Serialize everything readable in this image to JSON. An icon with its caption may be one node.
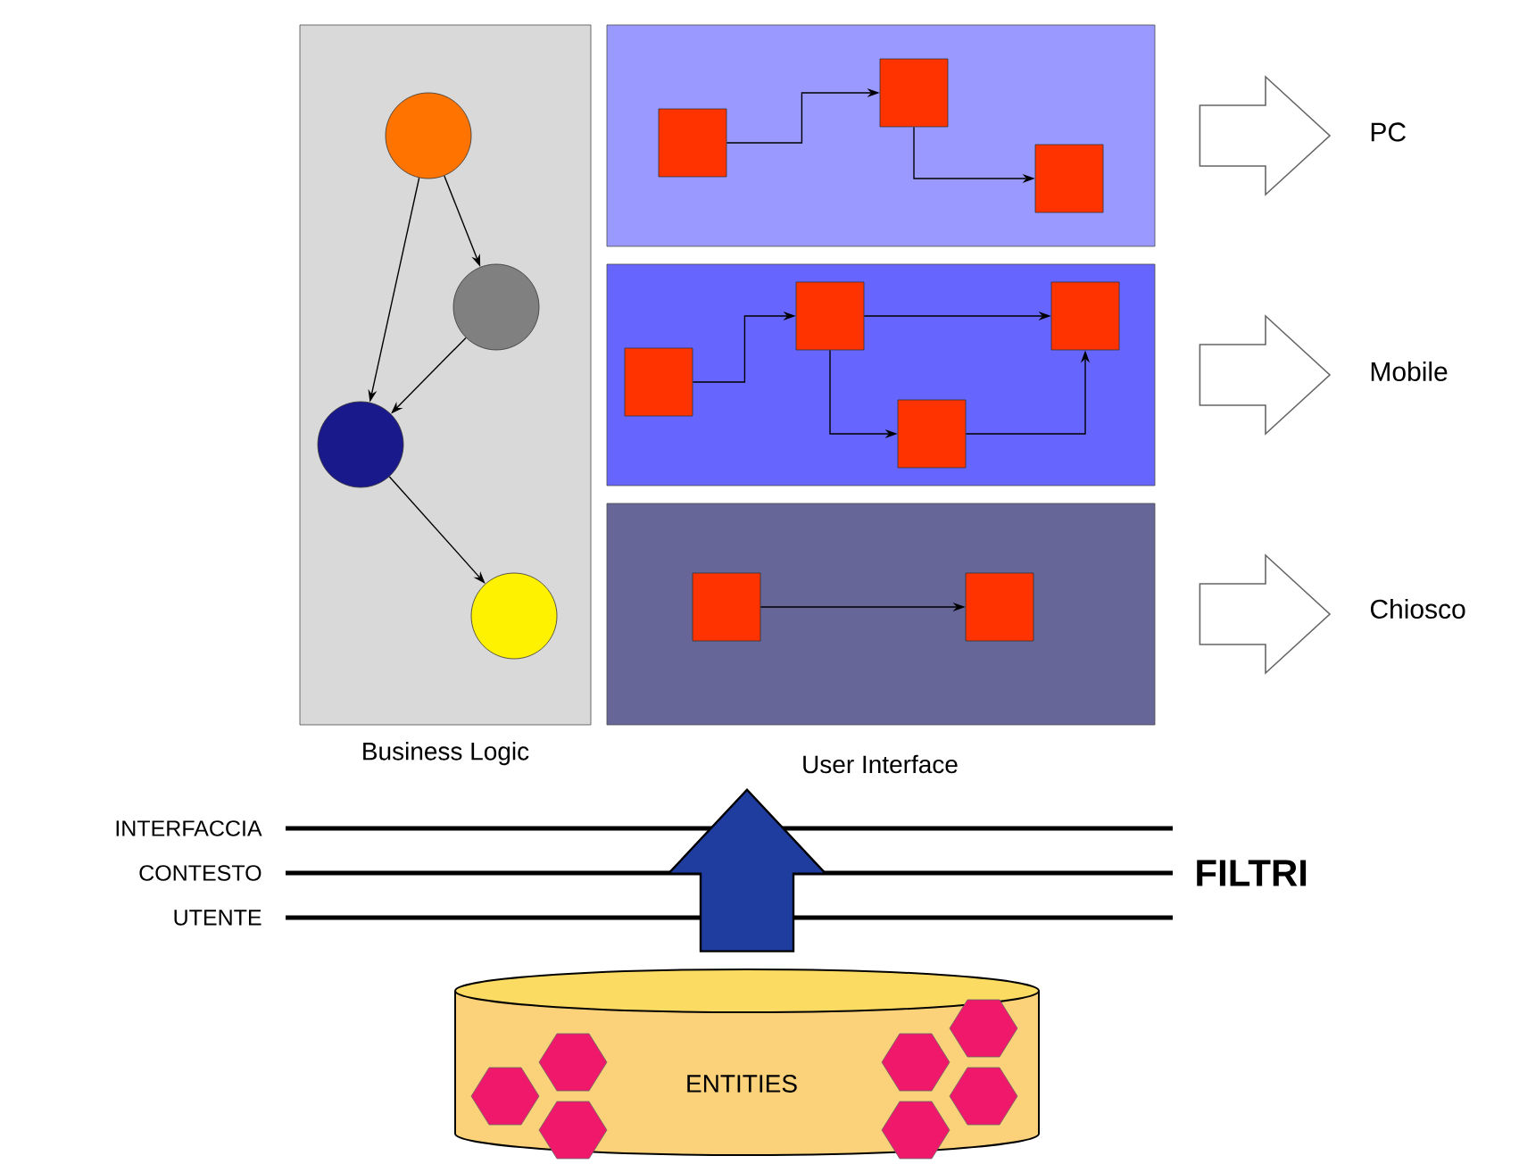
{
  "diagram": {
    "nodes": [
      {
        "text": [
          "Business Logic"
        ]
      },
      {
        "text": [],
        "shape": "circle",
        "in": 0
      },
      {
        "text": [],
        "shape": "circle",
        "in": 0
      },
      {
        "text": [],
        "shape": "circle",
        "in": 0
      },
      {
        "text": [],
        "shape": "circle",
        "in": 0
      },
      {
        "text": [],
        "shape": "box"
      },
      {
        "text": [],
        "shape": "box",
        "in": 5
      },
      {
        "text": [],
        "shape": "box",
        "in": 5
      },
      {
        "text": [],
        "shape": "box",
        "in": 5
      },
      {
        "text": [],
        "shape": "box"
      },
      {
        "text": [],
        "shape": "box",
        "in": 9
      },
      {
        "text": [],
        "shape": "box",
        "in": 9
      },
      {
        "text": [],
        "shape": "box",
        "in": 9
      },
      {
        "text": [],
        "shape": "box",
        "in": 9
      },
      {
        "text": [],
        "shape": "box"
      },
      {
        "text": [],
        "shape": "box",
        "in": 14
      },
      {
        "text": [],
        "shape": "box",
        "in": 14
      },
      {
        "text": [
          "PC"
        ]
      },
      {
        "text": [
          "Mobile"
        ]
      },
      {
        "text": [
          "Chiosco"
        ]
      },
      {
        "text": [
          "ENTITIES"
        ]
      },
      {
        "text": [
          "User Interface"
        ]
      }
    ],
    "edges": [
      {
        "from": 1,
        "to": 2,
        "arrow": "to"
      },
      {
        "from": 1,
        "to": 3,
        "arrow": "to"
      },
      {
        "from": 2,
        "to": 3,
        "arrow": "to"
      },
      {
        "from": 3,
        "to": 4,
        "arrow": "to"
      },
      {
        "from": 6,
        "to": 7,
        "arrow": "to"
      },
      {
        "from": 7,
        "to": 8,
        "arrow": "to"
      },
      {
        "from": 10,
        "to": 11,
        "arrow": "to"
      },
      {
        "from": 11,
        "to": 12,
        "arrow": "to"
      },
      {
        "from": 11,
        "to": 13,
        "arrow": "to"
      },
      {
        "from": 13,
        "to": 12,
        "arrow": "to"
      },
      {
        "from": 15,
        "to": 16,
        "arrow": "to"
      },
      {
        "from": 5,
        "to": 17,
        "arrow": "to",
        "style": "thick"
      },
      {
        "from": 9,
        "to": 18,
        "arrow": "to",
        "style": "thick"
      },
      {
        "from": 14,
        "to": 19,
        "arrow": "to",
        "style": "thick"
      },
      {
        "from": 20,
        "to": 21,
        "arrow": "to",
        "style": "thick",
        "color": "#1f3d9e"
      }
    ],
    "labels": [
      "INTERFACCIA",
      "CONTESTO",
      "UTENTE",
      "FILTRI"
    ]
  }
}
